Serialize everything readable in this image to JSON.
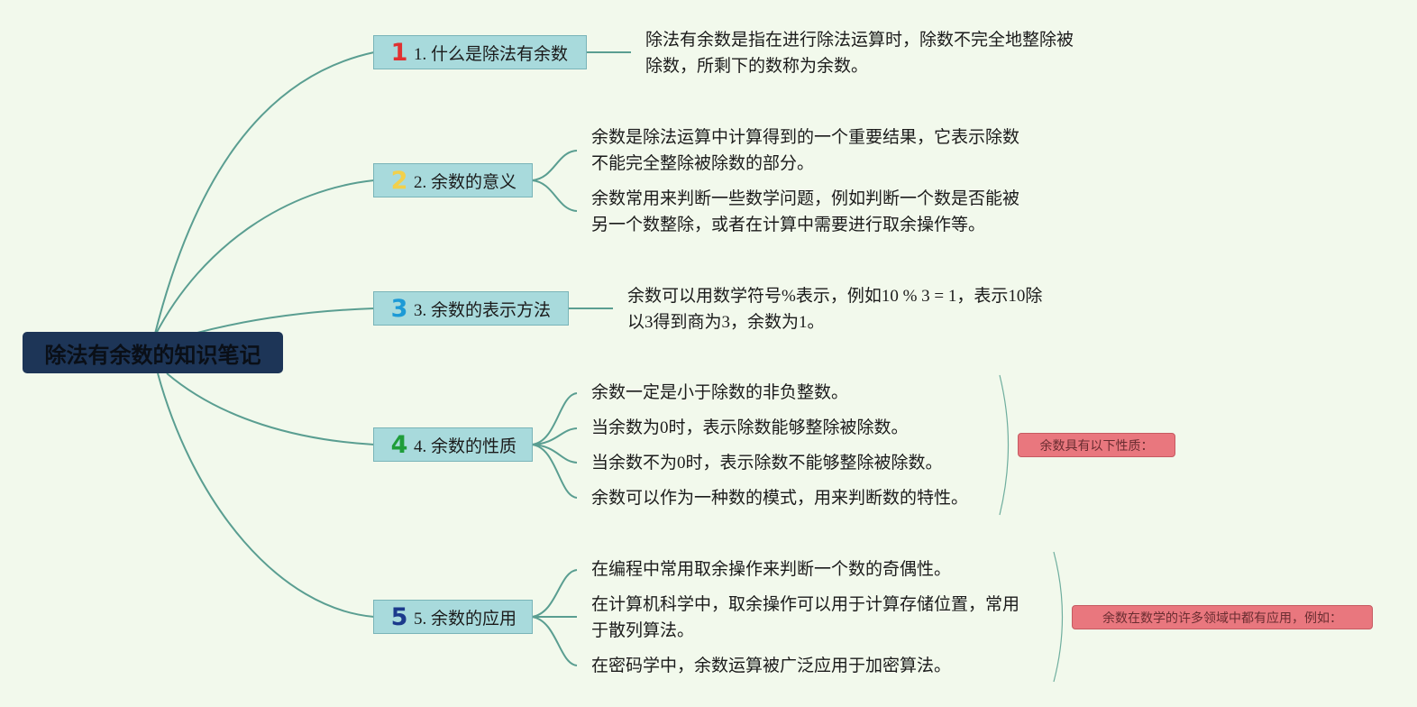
{
  "root": {
    "title": "除法有余数的知识笔记"
  },
  "colors": {
    "background": "#f2f9ec",
    "root_fill": "#1d3557",
    "branch_fill": "#a8dadc",
    "connector": "#5a9e91",
    "summary_fill": "#e9777e"
  },
  "branches": [
    {
      "number": "1",
      "number_color": "#e03131",
      "label": "1. 什么是除法有余数",
      "leaves": [
        {
          "line1": "除法有余数是指在进行除法运算时，除数不完全地整除被",
          "line2": "除数，所剩下的数称为余数。"
        }
      ]
    },
    {
      "number": "2",
      "number_color": "#f2d04b",
      "label": "2. 余数的意义",
      "leaves": [
        {
          "line1": "余数是除法运算中计算得到的一个重要结果，它表示除数",
          "line2": "不能完全整除被除数的部分。"
        },
        {
          "line1": "余数常用来判断一些数学问题，例如判断一个数是否能被",
          "line2": "另一个数整除，或者在计算中需要进行取余操作等。"
        }
      ]
    },
    {
      "number": "3",
      "number_color": "#1c9ad6",
      "label": "3. 余数的表示方法",
      "leaves": [
        {
          "line1": "余数可以用数学符号%表示，例如10 % 3 = 1，表示10除",
          "line2": "以3得到商为3，余数为1。"
        }
      ]
    },
    {
      "number": "4",
      "number_color": "#1f9d3a",
      "label": "4. 余数的性质",
      "summary": "余数具有以下性质：",
      "leaves": [
        {
          "line1": "余数一定是小于除数的非负整数。"
        },
        {
          "line1": "当余数为0时，表示除数能够整除被除数。"
        },
        {
          "line1": "当余数不为0时，表示除数不能够整除被除数。"
        },
        {
          "line1": "余数可以作为一种数的模式，用来判断数的特性。"
        }
      ]
    },
    {
      "number": "5",
      "number_color": "#1b3a8c",
      "label": "5. 余数的应用",
      "summary": "余数在数学的许多领域中都有应用，例如：",
      "leaves": [
        {
          "line1": "在编程中常用取余操作来判断一个数的奇偶性。"
        },
        {
          "line1": "在计算机科学中，取余操作可以用于计算存储位置，常用",
          "line2": "于散列算法。"
        },
        {
          "line1": "在密码学中，余数运算被广泛应用于加密算法。"
        }
      ]
    }
  ]
}
